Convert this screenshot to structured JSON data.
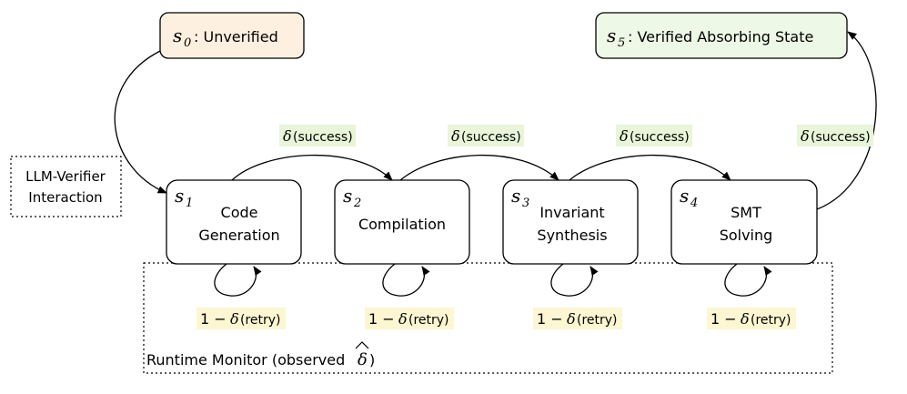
{
  "states": {
    "s0": {
      "symbol": "s",
      "index": "0",
      "label": ": Unverified"
    },
    "s5": {
      "symbol": "s",
      "index": "5",
      "label": ": Verified Absorbing State"
    },
    "s1": {
      "symbol": "s",
      "index": "1",
      "line1": "Code",
      "line2": "Generation"
    },
    "s2": {
      "symbol": "s",
      "index": "2",
      "line1": "Compilation",
      "line2": ""
    },
    "s3": {
      "symbol": "s",
      "index": "3",
      "line1": "Invariant",
      "line2": "Synthesis"
    },
    "s4": {
      "symbol": "s",
      "index": "4",
      "line1": "SMT",
      "line2": "Solving"
    }
  },
  "success_label": {
    "delta": "δ",
    "text": " (success)"
  },
  "retry_label": {
    "prefix": "1 − ",
    "delta": "δ",
    "text": " (retry)"
  },
  "interaction_box": {
    "line1": "LLM-Verifier",
    "line2": "Interaction"
  },
  "monitor": {
    "text": "Runtime Monitor (observed ",
    "delta": "δ",
    "hat": "^",
    "close": ")"
  },
  "colors": {
    "s0_fill": "#fdf0e0",
    "s5_fill": "#eef8e6",
    "success_bg": "#e8f5d8",
    "retry_bg": "#fdf6d2",
    "stroke": "#000000"
  }
}
